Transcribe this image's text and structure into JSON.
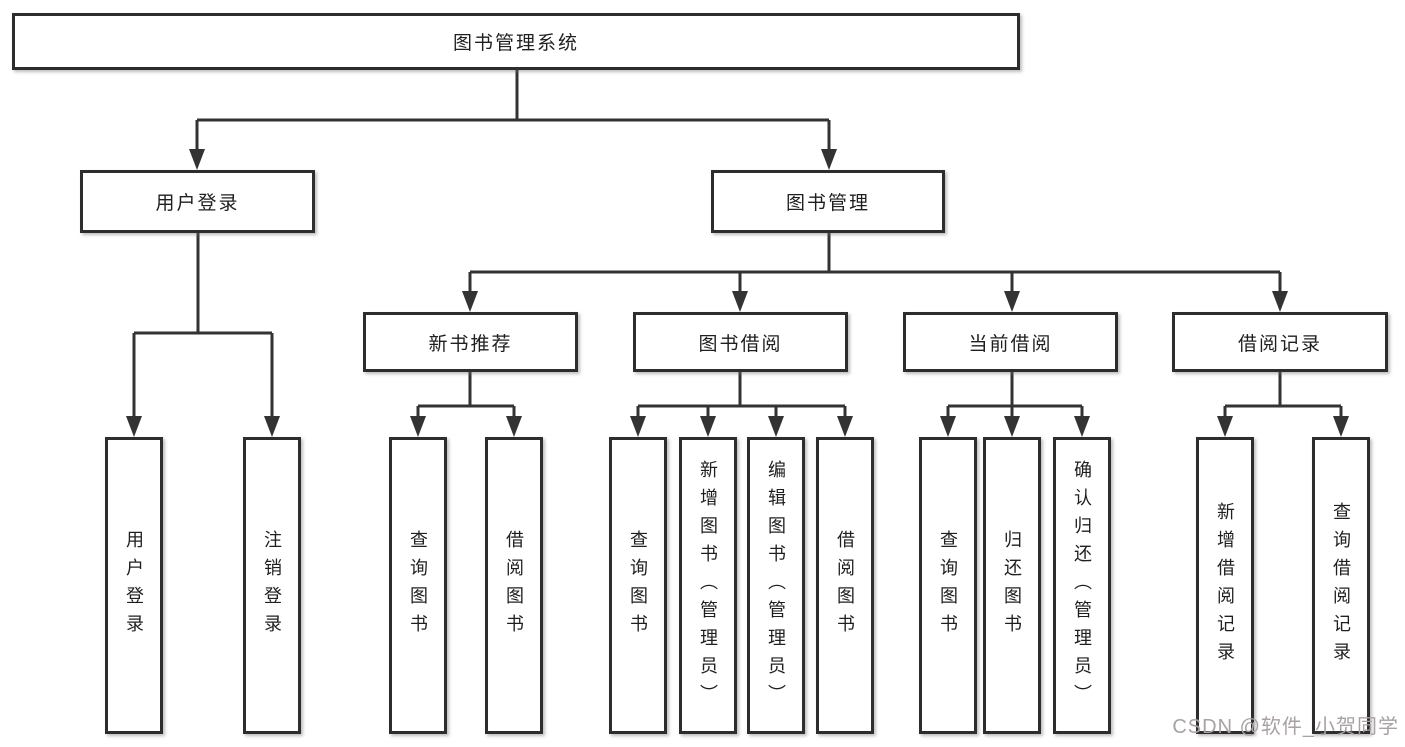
{
  "diagram": {
    "watermark": "CSDN @软件_小贺同学",
    "colors": {
      "line": "#333333",
      "border": "#2d2d2d",
      "background": "#ffffff",
      "text": "#1f1f1f",
      "watermark": "#a8a2a2"
    },
    "tree": {
      "label": "图书管理系统",
      "children": [
        {
          "label": "用户登录",
          "children": [
            {
              "label": "用户登录"
            },
            {
              "label": "注销登录"
            }
          ]
        },
        {
          "label": "图书管理",
          "children": [
            {
              "label": "新书推荐",
              "children": [
                {
                  "label": "查询图书"
                },
                {
                  "label": "借阅图书"
                }
              ]
            },
            {
              "label": "图书借阅",
              "children": [
                {
                  "label": "查询图书"
                },
                {
                  "label": "新增图书（管理员）"
                },
                {
                  "label": "编辑图书（管理员）"
                },
                {
                  "label": "借阅图书"
                }
              ]
            },
            {
              "label": "当前借阅",
              "children": [
                {
                  "label": "查询图书"
                },
                {
                  "label": "归还图书"
                },
                {
                  "label": "确认归还（管理员）"
                }
              ]
            },
            {
              "label": "借阅记录",
              "children": [
                {
                  "label": "新增借阅记录"
                },
                {
                  "label": "查询借阅记录"
                }
              ]
            }
          ]
        }
      ]
    }
  }
}
